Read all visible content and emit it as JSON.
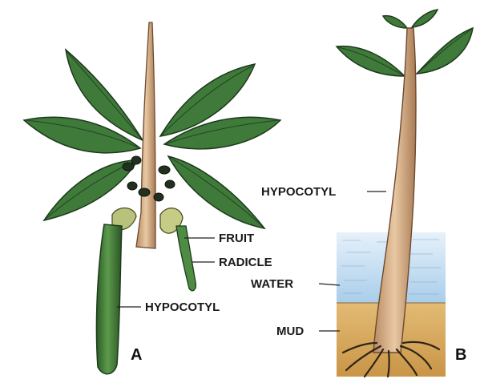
{
  "panel_a": {
    "panel_label": "A",
    "labels": {
      "fruit": "FRUIT",
      "radicle": "RADICLE",
      "hypocotyl": "HYPOCOTYL"
    }
  },
  "panel_b": {
    "panel_label": "B",
    "labels": {
      "hypocotyl": "HYPOCOTYL",
      "water": "WATER",
      "mud": "MUD"
    }
  },
  "colors": {
    "leaf": "#3f7a3a",
    "hypocotyl_a": "#3e7a34",
    "stem": "#d6b08a",
    "water": "#bcd8ef",
    "mud": "#d6a85c",
    "text": "#1a1a1a"
  }
}
